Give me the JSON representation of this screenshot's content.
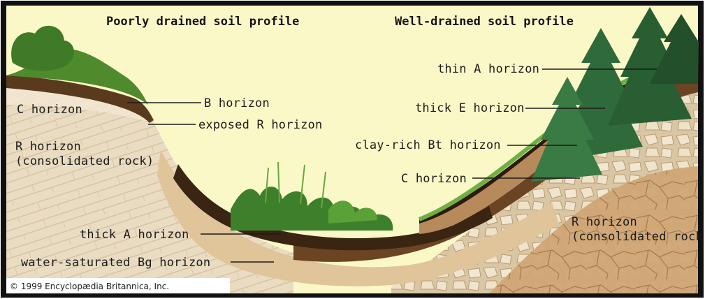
{
  "headings": {
    "poorly_drained": "Poorly drained soil profile",
    "well_drained": "Well-drained soil profile"
  },
  "labels": {
    "poor_c_horizon": "C horizon",
    "poor_b_horizon": "B horizon",
    "poor_exposed_r": "exposed R horizon",
    "poor_r_horizon_line1": "R horizon",
    "poor_r_horizon_line2": "(consolidated rock)",
    "poor_thick_a": "thick A horizon",
    "poor_bg": "water-saturated Bg horizon",
    "well_thin_a": "thin A horizon",
    "well_thick_e": "thick E horizon",
    "well_bt": "clay-rich Bt horizon",
    "well_c": "C horizon",
    "well_r_line1": "R horizon",
    "well_r_line2": "(consolidated rock)"
  },
  "credit": "© 1999 Encyclopædia Britannica, Inc.",
  "colors": {
    "sky": "#fbf8c8",
    "frame": "#111111",
    "rock_light": "#eadcc2",
    "rock_lines": "#cdb896",
    "clay_tan": "#c9a070",
    "dark_soil": "#3a2412",
    "bt_brown": "#6b4424",
    "grass": "#4f8a2c",
    "tree": "#2f6b3a",
    "credit_bg": "#ffffff"
  }
}
